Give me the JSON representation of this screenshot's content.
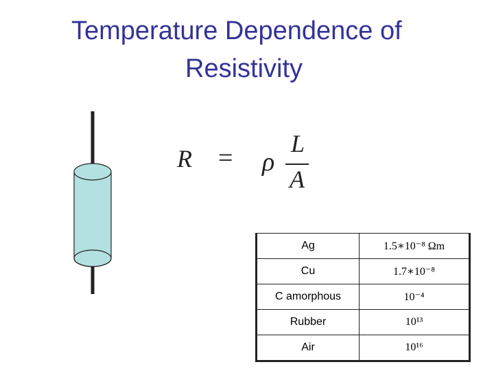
{
  "slide": {
    "title_line1": "Temperature Dependence of",
    "title_line2": "Resistivity"
  },
  "formula": {
    "lhs": "R",
    "equals": "=",
    "rho": "ρ",
    "numerator": "L",
    "denominator": "A"
  },
  "table": {
    "rows": [
      {
        "material": "Ag",
        "resistivity": "1.5∗10⁻⁸  Ωm"
      },
      {
        "material": "Cu",
        "resistivity": "1.7∗10⁻⁸"
      },
      {
        "material": "C amorphous",
        "resistivity": "10⁻⁴"
      },
      {
        "material": "Rubber",
        "resistivity": "10¹³"
      },
      {
        "material": "Air",
        "resistivity": "10¹⁶"
      }
    ]
  },
  "colors": {
    "title": "#333399",
    "cylinder_fill": "#b3e0e0",
    "line": "#222222"
  }
}
